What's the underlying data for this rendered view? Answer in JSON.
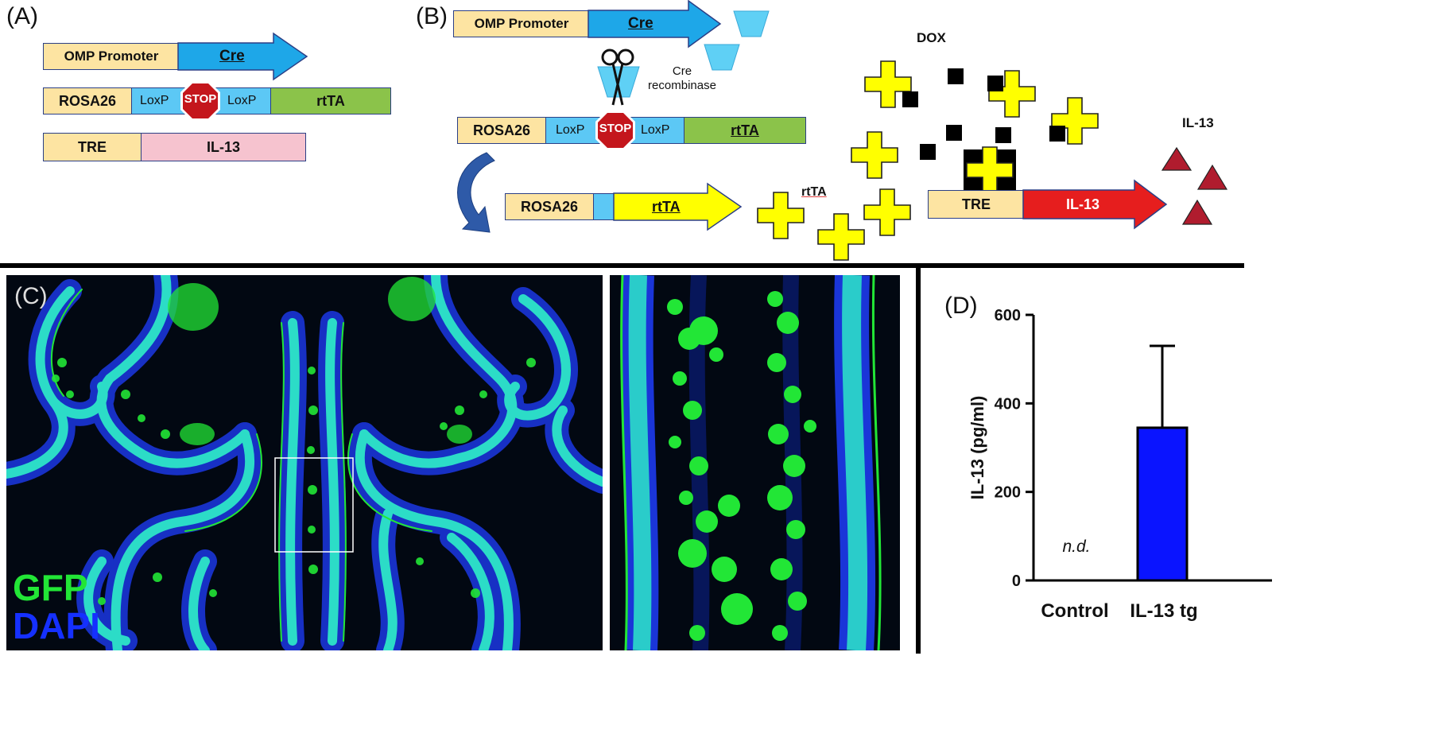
{
  "panels": {
    "a": "(A)",
    "b": "(B)",
    "c": "(C)",
    "d": "(D)"
  },
  "construct_a": {
    "omp_promoter": "OMP Promoter",
    "cre": "Cre",
    "rosa26": "ROSA26",
    "loxp_left": "LoxP",
    "stop": "STOP",
    "loxp_right": "LoxP",
    "rttA": "rtTA",
    "tre": "TRE",
    "il13": "IL-13"
  },
  "construct_b": {
    "omp_promoter": "OMP Promoter",
    "cre": "Cre",
    "cre_recombinase": "Cre recombinase",
    "rosa26": "ROSA26",
    "loxp_left": "LoxP",
    "stop": "STOP",
    "loxp_right": "LoxP",
    "rttA": "rtTA",
    "recombined_rosa26": "ROSA26",
    "recombined_rttA": "rtTA",
    "dox": "DOX",
    "rtta_free": "rtTA",
    "tre": "TRE",
    "il13": "IL-13",
    "il13_product": "IL-13"
  },
  "micrograph": {
    "legend_gfp": "GFP",
    "legend_dapi": "DAPI"
  },
  "colors": {
    "beige": "#fde4a2",
    "light_blue": "#5cc8f5",
    "cre_blue": "#1ea7e8",
    "green": "#8bc34a",
    "pink": "#f6c3cf",
    "yellow": "#ffff00",
    "red": "#e61e1e",
    "dark_red": "#b01c2e",
    "bar_blue": "#0a14ff",
    "gfp_green": "#22e636",
    "dapi_blue": "#1530ff"
  },
  "chart_data": {
    "type": "bar",
    "categories": [
      "Control",
      "IL-13 tg"
    ],
    "values": [
      0,
      345
    ],
    "errors": [
      null,
      185
    ],
    "annotations": [
      "n.d.",
      ""
    ],
    "ylabel": "IL-13 (pg/ml)",
    "yticks": [
      "0",
      "200",
      "400",
      "600"
    ],
    "ylim": [
      0,
      600
    ]
  }
}
